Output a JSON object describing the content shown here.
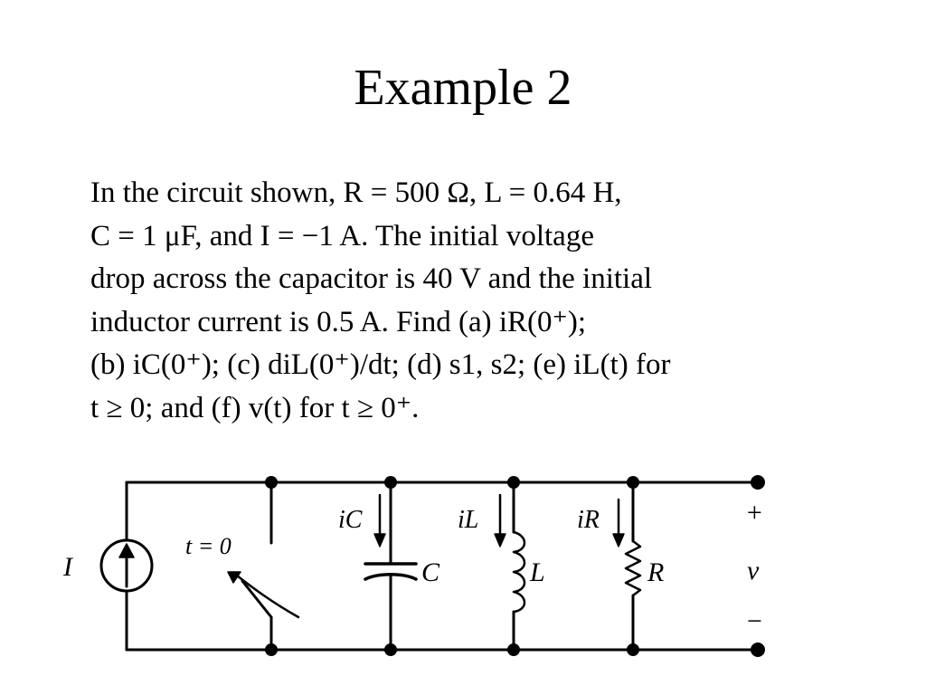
{
  "slide": {
    "title": "Example 2"
  },
  "problem": {
    "lines": [
      "In the circuit shown, R = 500 Ω, L = 0.64 H,",
      "C = 1 μF, and I = −1 A. The initial voltage",
      "drop across the capacitor is 40 V and the initial",
      "inductor current is 0.5 A. Find (a) iR(0⁺);",
      "(b) iC(0⁺); (c) diL(0⁺)/dt; (d) s1, s2; (e) iL(t) for",
      "t ≥ 0; and (f) v(t) for t ≥ 0⁺."
    ]
  },
  "circuit": {
    "source_label": "I",
    "switch_label": "t = 0",
    "capacitor_current_label": "iC",
    "capacitor_label": "C",
    "inductor_current_label": "iL",
    "inductor_label": "L",
    "resistor_current_label": "iR",
    "resistor_label": "R",
    "plus_label": "+",
    "voltage_label": "v",
    "minus_label": "−"
  },
  "colors": {
    "ink": "#000000",
    "background": "#ffffff"
  }
}
